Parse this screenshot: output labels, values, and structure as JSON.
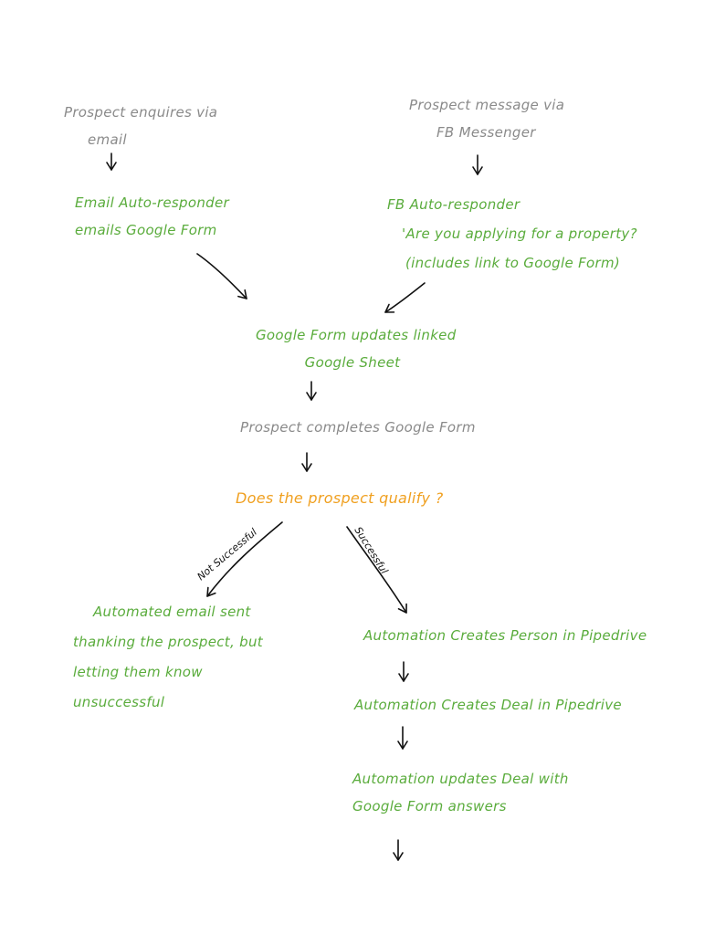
{
  "colors": {
    "gray": "#8a8a8a",
    "green": "#5aac3c",
    "orange": "#f0a020",
    "arrow": "#111111"
  },
  "nodes": {
    "prospect_email": {
      "lines": [
        "Prospect enquires via",
        "email"
      ]
    },
    "prospect_fb": {
      "lines": [
        "Prospect message via",
        "FB Messenger"
      ]
    },
    "email_autoresponder": {
      "lines": [
        "Email Auto-responder",
        "emails Google Form"
      ]
    },
    "fb_autoresponder": {
      "lines": [
        "FB Auto-responder",
        "'Are you applying for a property?",
        "(includes link to Google Form)"
      ]
    },
    "google_form_sheet": {
      "lines": [
        "Google Form updates linked",
        "Google Sheet"
      ]
    },
    "prospect_completes": {
      "lines": [
        "Prospect completes Google Form"
      ]
    },
    "qualify_question": {
      "lines": [
        "Does the prospect qualify ?"
      ]
    },
    "unsuccessful_email": {
      "lines": [
        "Automated email sent",
        "thanking the prospect, but",
        "letting them know",
        "unsuccessful"
      ]
    },
    "create_person": {
      "lines": [
        "Automation Creates Person in Pipedrive"
      ]
    },
    "create_deal": {
      "lines": [
        "Automation Creates Deal in Pipedrive"
      ]
    },
    "update_deal": {
      "lines": [
        "Automation updates Deal with",
        "Google Form answers"
      ]
    }
  },
  "edges": {
    "not_successful": "Not Successful",
    "successful": "Successful"
  }
}
